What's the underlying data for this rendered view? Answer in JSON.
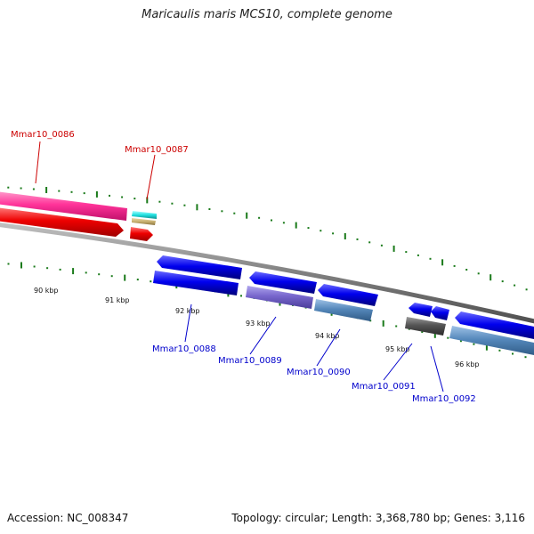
{
  "title": "Maricaulis maris MCS10, complete genome",
  "footer": {
    "accession": "Accession: NC_008347",
    "summary": "Topology: circular; Length: 3,368,780 bp; Genes: 3,116"
  },
  "scale_labels": [
    "90 kbp",
    "91 kbp",
    "92 kbp",
    "93 kbp",
    "94 kbp",
    "95 kbp",
    "96 kbp"
  ],
  "genes": {
    "forward": [
      "Mmar10_0086",
      "Mmar10_0087"
    ],
    "reverse": [
      "Mmar10_0088",
      "Mmar10_0089",
      "Mmar10_0090",
      "Mmar10_0091",
      "Mmar10_0092"
    ]
  },
  "colors": {
    "forward_label": "#cc0000",
    "reverse_label": "#0000cc",
    "tick": "#1a7a1a",
    "backbone": "#808080",
    "pink": "#ff3399",
    "red": "#ee0000",
    "cyan": "#22e0e0",
    "tan": "#c8b070",
    "blue": "#0000ee",
    "purple": "#7766cc",
    "steel": "#5588bb",
    "grey": "#555555"
  }
}
